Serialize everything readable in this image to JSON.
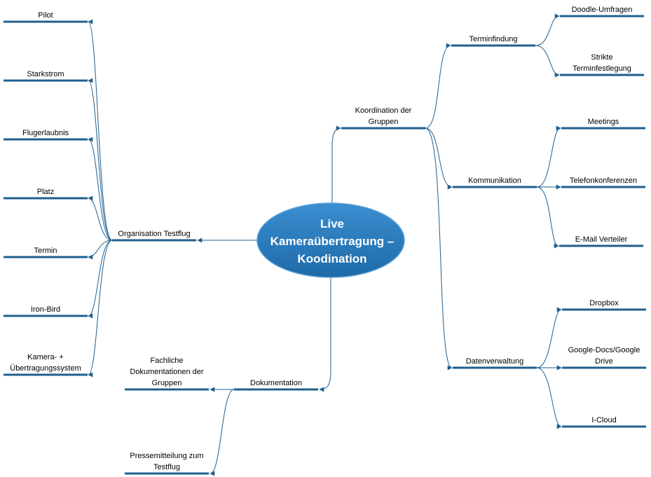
{
  "colors": {
    "line": "#1f5f8f",
    "bubble_top": "#3a8ed0",
    "bubble_bottom": "#1e6aa8",
    "bubble_text": "#ffffff"
  },
  "center": {
    "title_lines": [
      "Live",
      "Kameraübertragung –",
      "Koodination"
    ]
  },
  "branches": {
    "organisation": {
      "label": "Organisation Testflug",
      "children": [
        "Pilot",
        "Starkstrom",
        "Flugerlaubnis",
        "Platz",
        "Termin",
        "Iron-Bird",
        [
          "Kamera- +",
          "Übertragungssystem"
        ]
      ]
    },
    "dokumentation": {
      "label": "Dokumentation",
      "children": [
        [
          "Fachliche",
          "Dokumentationen der",
          "Gruppen"
        ],
        [
          "Pressemitteilung zum",
          "Testflug"
        ]
      ]
    },
    "koordination": {
      "label": [
        "Koordination der",
        "Gruppen"
      ],
      "terminfindung": {
        "label": "Terminfindung",
        "children": [
          "Doodle-Umfragen",
          [
            "Strikte",
            "Terminfestlegung"
          ]
        ]
      },
      "kommunikation": {
        "label": "Kommunikation",
        "children": [
          "Meetings",
          "Telefonkonferenzen",
          "E-Mail Verteiler"
        ]
      },
      "datenverwaltung": {
        "label": "Datenverwaltung",
        "children": [
          "Dropbox",
          [
            "Google-Docs/Google",
            "Drive"
          ],
          "I-Cloud"
        ]
      }
    }
  }
}
